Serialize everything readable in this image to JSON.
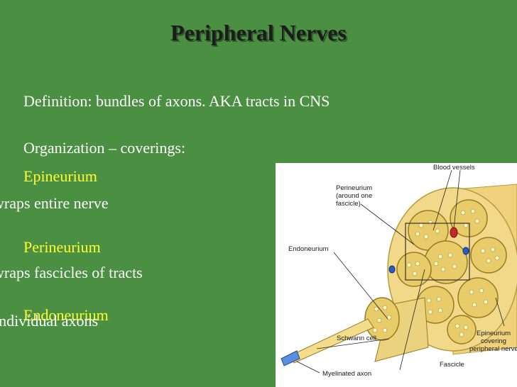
{
  "slide": {
    "title": "Peripheral Nerves",
    "definition": "Definition: bundles of axons.  AKA tracts in CNS",
    "organization": "Organization – coverings:",
    "coverings": [
      {
        "name": "Epineurium",
        "description": "wraps entire nerve"
      },
      {
        "name": "Perineurium",
        "description": "wraps fascicles of tracts"
      },
      {
        "name": "Endoneurium",
        "description": "individual axons"
      }
    ]
  },
  "diagram": {
    "labels": {
      "blood_vessels": "Blood vessels",
      "perineurium_1": "Perineurium",
      "perineurium_2": "(around one",
      "perineurium_3": "fascicle)",
      "endoneurium": "Endoneurium",
      "schwann_cell": "Schwann cell",
      "myelinated_axon": "Myelinated axon",
      "fascicle": "Fascicle",
      "epineurium_1": "Epineurium",
      "epineurium_2": "covering",
      "epineurium_3": "peripheral nerve"
    },
    "colors": {
      "nerve_outer": "#f2d98a",
      "fascicle": "#e8cc6a",
      "axon": "#fff6c8",
      "artery": "#c42a2a",
      "vein": "#2a5ac4"
    }
  }
}
